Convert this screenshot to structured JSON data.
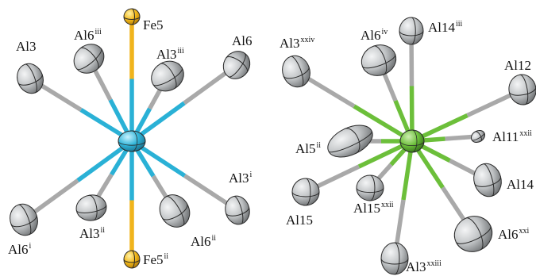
{
  "left": {
    "center": "Fe",
    "atoms": [
      {
        "id": "Fe5",
        "label": "Fe5",
        "sup": ""
      },
      {
        "id": "Fe5ii",
        "label": "Fe5",
        "sup": "ii"
      },
      {
        "id": "Al3",
        "label": "Al3",
        "sup": ""
      },
      {
        "id": "Al6iii",
        "label": "Al6",
        "sup": "iii"
      },
      {
        "id": "Al3iii",
        "label": "Al3",
        "sup": "iii"
      },
      {
        "id": "Al6",
        "label": "Al6",
        "sup": ""
      },
      {
        "id": "Al3i",
        "label": "Al3",
        "sup": "i"
      },
      {
        "id": "Al6i",
        "label": "Al6",
        "sup": "i"
      },
      {
        "id": "Al3ii",
        "label": "Al3",
        "sup": "ii"
      },
      {
        "id": "Al6ii",
        "label": "Al6",
        "sup": "ii"
      }
    ]
  },
  "right": {
    "center": "Fe",
    "atoms": [
      {
        "id": "Al3xxiv",
        "label": "Al3",
        "sup": "xxiv"
      },
      {
        "id": "Al6iv",
        "label": "Al6",
        "sup": "iv"
      },
      {
        "id": "Al14iii",
        "label": "Al14",
        "sup": "iii"
      },
      {
        "id": "Al12",
        "label": "Al12",
        "sup": ""
      },
      {
        "id": "Al11xxii",
        "label": "Al11",
        "sup": "xxii"
      },
      {
        "id": "Al5ii",
        "label": "Al5",
        "sup": "ii"
      },
      {
        "id": "Al14",
        "label": "Al14",
        "sup": ""
      },
      {
        "id": "Al15",
        "label": "Al15",
        "sup": ""
      },
      {
        "id": "Al15xxii",
        "label": "Al15",
        "sup": "xxii"
      },
      {
        "id": "Al6xxi",
        "label": "Al6",
        "sup": "xxi"
      },
      {
        "id": "Al3xxiii",
        "label": "Al3",
        "sup": "xxiii"
      }
    ]
  },
  "colors": {
    "left_bond": "#2ab1d6",
    "right_bond": "#6cbf3a",
    "fe_bond": "#f0b41c",
    "gray_bond": "#a9a9a9",
    "atom_gray": "#c9cbcd",
    "atom_outline": "#2a2a2a"
  }
}
